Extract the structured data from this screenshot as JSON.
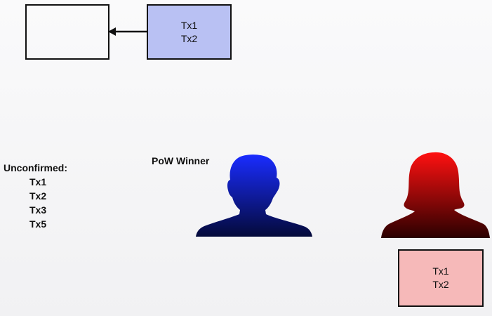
{
  "blocks": {
    "empty": {
      "lines": []
    },
    "blue": {
      "lines": [
        "Tx1",
        "Tx2"
      ]
    },
    "pink": {
      "lines": [
        "Tx1",
        "Tx2"
      ]
    }
  },
  "pow_winner_label": "PoW Winner",
  "unconfirmed": {
    "title": "Unconfirmed:",
    "transactions": [
      "Tx1",
      "Tx2",
      "Tx3",
      "Tx5"
    ]
  },
  "colors": {
    "blue_block_fill": "#b9c1f3",
    "pink_block_fill": "#f6b9b9",
    "blue_person_top": "#1a2cff",
    "blue_person_bottom": "#040a3a",
    "red_person_top": "#ff1111",
    "red_person_bottom": "#2a0000"
  },
  "icons": {
    "blue_person": "male-person-silhouette-icon",
    "red_person": "female-person-silhouette-icon",
    "arrow": "arrow-left-icon"
  }
}
